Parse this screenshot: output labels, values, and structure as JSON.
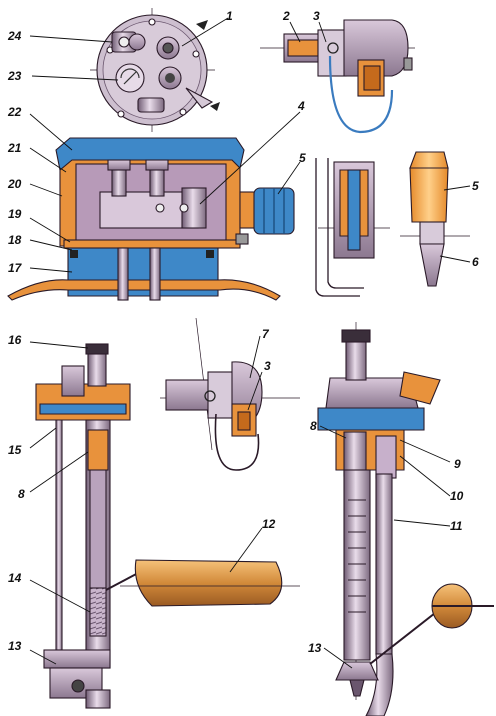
{
  "callouts": [
    {
      "id": "c1",
      "text": "1"
    },
    {
      "id": "c2",
      "text": "2"
    },
    {
      "id": "c3a",
      "text": "3"
    },
    {
      "id": "c3b",
      "text": "3"
    },
    {
      "id": "c4",
      "text": "4"
    },
    {
      "id": "c5a",
      "text": "5"
    },
    {
      "id": "c5b",
      "text": "5"
    },
    {
      "id": "c6",
      "text": "6"
    },
    {
      "id": "c7",
      "text": "7"
    },
    {
      "id": "c8a",
      "text": "8"
    },
    {
      "id": "c8b",
      "text": "8"
    },
    {
      "id": "c9",
      "text": "9"
    },
    {
      "id": "c10",
      "text": "10"
    },
    {
      "id": "c11",
      "text": "11"
    },
    {
      "id": "c12",
      "text": "12"
    },
    {
      "id": "c13a",
      "text": "13"
    },
    {
      "id": "c13b",
      "text": "13"
    },
    {
      "id": "c14",
      "text": "14"
    },
    {
      "id": "c15",
      "text": "15"
    },
    {
      "id": "c16",
      "text": "16"
    },
    {
      "id": "c17",
      "text": "17"
    },
    {
      "id": "c18",
      "text": "18"
    },
    {
      "id": "c19",
      "text": "19"
    },
    {
      "id": "c20",
      "text": "20"
    },
    {
      "id": "c21",
      "text": "21"
    },
    {
      "id": "c22",
      "text": "22"
    },
    {
      "id": "c23",
      "text": "23"
    },
    {
      "id": "c24",
      "text": "24"
    }
  ],
  "colors": {
    "housing_orange": "#e8923c",
    "seal_blue": "#3e88c8",
    "steel_violet": "#b79ab8",
    "float_brass": "#d79a4a",
    "boot_orange": "#f1a64a",
    "wire_blue": "#3a7bbf",
    "outline": "#2a1a28"
  }
}
